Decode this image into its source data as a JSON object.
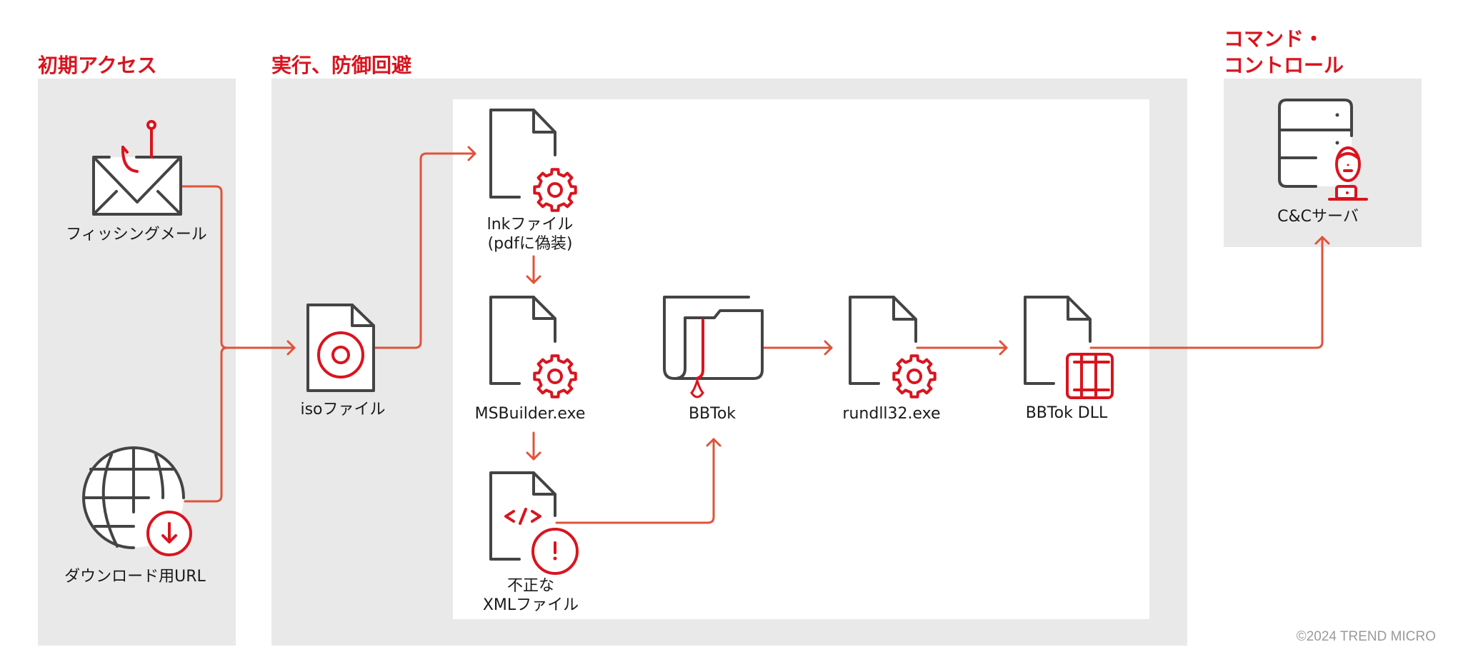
{
  "stages": {
    "initial_access": {
      "title": "初期アクセス"
    },
    "execution": {
      "title": "実行、防御回避"
    },
    "c2": {
      "title_line1": "コマンド・",
      "title_line2": "コントロール"
    }
  },
  "nodes": {
    "phishing_mail": {
      "label": "フィッシングメール",
      "icon": "phishing-mail-icon"
    },
    "download_url": {
      "label": "ダウンロード用URL",
      "icon": "globe-download-icon"
    },
    "iso_file": {
      "label": "isoファイル",
      "icon": "disc-file-icon"
    },
    "lnk_file": {
      "label_line1": "lnkファイル",
      "label_line2": "(pdfに偽装)",
      "icon": "file-gear-icon"
    },
    "msbuilder": {
      "label": "MSBuilder.exe",
      "icon": "file-gear-icon"
    },
    "xml_file": {
      "label_line1": "不正な",
      "label_line2": "XMLファイル",
      "icon": "file-code-warning-icon"
    },
    "bbtok": {
      "label": "BBTok",
      "icon": "infected-folder-icon"
    },
    "rundll32": {
      "label": "rundll32.exe",
      "icon": "file-gear-icon"
    },
    "bbtok_dll": {
      "label": "BBTok DLL",
      "icon": "file-dll-icon"
    },
    "cc_server": {
      "label": "C&Cサーバ",
      "icon": "server-attacker-icon"
    }
  },
  "edges": [
    {
      "from": "phishing_mail",
      "to": "iso_file"
    },
    {
      "from": "download_url",
      "to": "iso_file"
    },
    {
      "from": "iso_file",
      "to": "lnk_file"
    },
    {
      "from": "lnk_file",
      "to": "msbuilder"
    },
    {
      "from": "msbuilder",
      "to": "xml_file"
    },
    {
      "from": "xml_file",
      "to": "bbtok"
    },
    {
      "from": "bbtok",
      "to": "rundll32"
    },
    {
      "from": "rundll32",
      "to": "bbtok_dll"
    },
    {
      "from": "bbtok_dll",
      "to": "cc_server"
    }
  ],
  "colors": {
    "stage_title": "#d9141e",
    "icon_accent": "#d9141e",
    "icon_stroke": "#444444",
    "flow_line": "#e0533a",
    "panel": "#e9e9e9"
  },
  "footer": {
    "copyright": "©2024 TREND MICRO"
  }
}
